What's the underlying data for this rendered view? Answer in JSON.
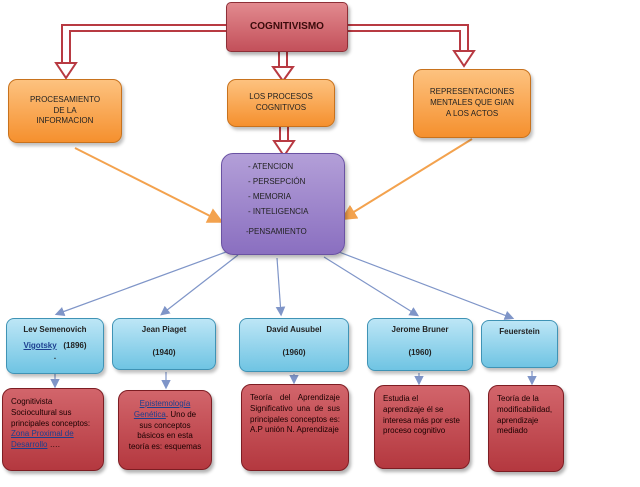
{
  "root": {
    "title": "COGNITIVISMO"
  },
  "level1": [
    {
      "lines": [
        "PROCESAMIENTO",
        "DE LA",
        "INFORMACION"
      ]
    },
    {
      "lines": [
        "LOS PROCESOS",
        "COGNITIVOS"
      ]
    },
    {
      "lines": [
        "REPRESENTACIONES",
        "MENTALES QUE GIAN",
        "A LOS ACTOS"
      ]
    }
  ],
  "processes": {
    "items": [
      "-       ATENCION",
      "-       PERSEPCIÓN",
      "-       MEMORIA",
      "-       INTELIGENCIA"
    ],
    "extra": "-PENSAMIENTO"
  },
  "authors": [
    {
      "name": "Lev Semenovich",
      "name2": "Vigotsky",
      "year": "(1896)",
      "dot": "."
    },
    {
      "name": "Jean Piaget",
      "year": "(1940)"
    },
    {
      "name": "David  Ausubel",
      "year": "(1960)"
    },
    {
      "name": "Jerome Bruner",
      "year": "(1960)"
    },
    {
      "name": "Feuerstein",
      "year": ""
    }
  ],
  "descriptions": [
    {
      "text": "Cognitivista Sociocultural sus principales conceptos:",
      "link": "Zona Proximal de Desarrollo",
      "tail": "…."
    },
    {
      "link": "Epistemología Genética",
      "text": ". Uno de sus conceptos básicos en esta teoría es: esquemas"
    },
    {
      "text": "Teoría del Aprendizaje Significativo una de sus principales conceptos es: A.P unión N. Aprendizaje"
    },
    {
      "text": "Estudia el aprendizaje él se interesa más por este proceso cognitivo"
    },
    {
      "text": "Teoría de la modificabilidad, aprendizaje mediado"
    }
  ],
  "colors": {
    "root": "#c3505a",
    "orange": "#f5902e",
    "purple": "#8a6fc0",
    "blue": "#6fc4e3",
    "red": "#b4383f",
    "arrow_red": "#b83a42",
    "arrow_orange": "#f3a24e",
    "arrow_blue": "#7f95c8"
  }
}
